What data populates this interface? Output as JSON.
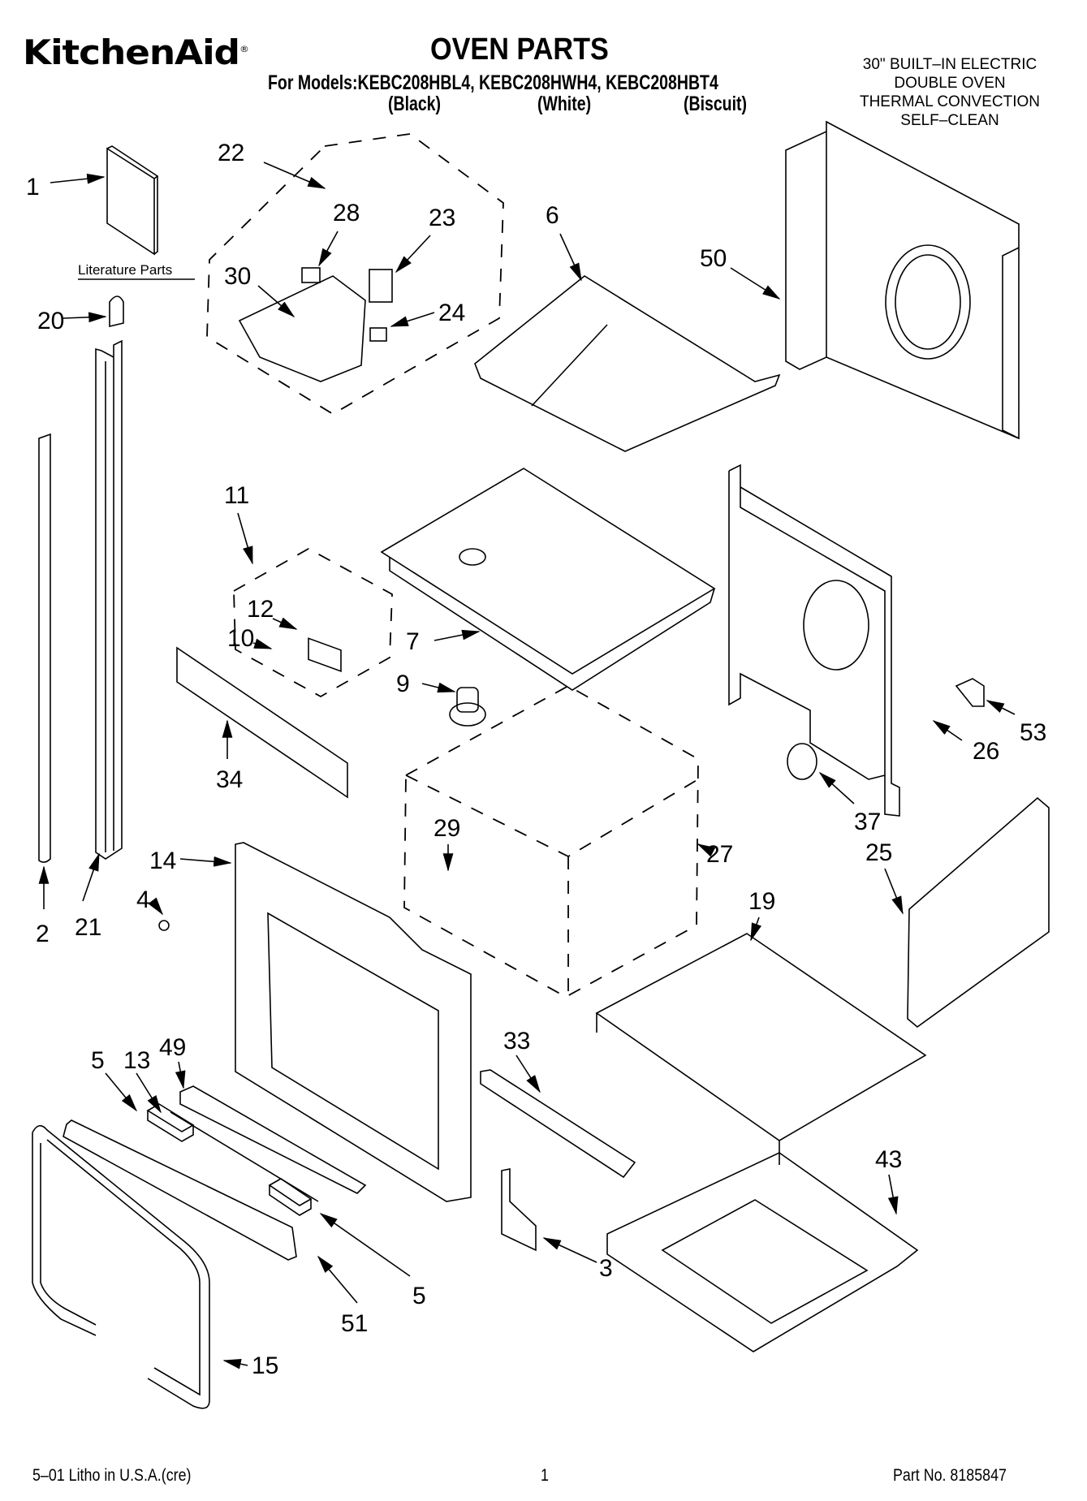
{
  "header": {
    "brand": "KitchenAid",
    "brand_mark": "®",
    "title": "OVEN PARTS",
    "models_line": "For Models:KEBC208HBL4, KEBC208HWH4, KEBC208HBT4",
    "colors": [
      "(Black)",
      "(White)",
      "(Biscuit)"
    ],
    "description": [
      "30\" BUILT–IN ELECTRIC",
      "DOUBLE OVEN",
      "THERMAL CONVECTION",
      "SELF–CLEAN"
    ]
  },
  "diagram": {
    "literature_label": "Literature Parts",
    "callouts": {
      "c1": "1",
      "c2": "2",
      "c3": "3",
      "c4": "4",
      "c5a": "5",
      "c5b": "5",
      "c6": "6",
      "c7": "7",
      "c9": "9",
      "c10": "10",
      "c11": "11",
      "c12": "12",
      "c13": "13",
      "c14": "14",
      "c15": "15",
      "c19": "19",
      "c20": "20",
      "c21": "21",
      "c22": "22",
      "c23": "23",
      "c24": "24",
      "c25": "25",
      "c26": "26",
      "c27": "27",
      "c28": "28",
      "c29": "29",
      "c30": "30",
      "c33": "33",
      "c34": "34",
      "c37": "37",
      "c43": "43",
      "c49": "49",
      "c50": "50",
      "c51": "51",
      "c53": "53"
    }
  },
  "footer": {
    "litho": "5–01 Litho in U.S.A.(cre)",
    "page": "1",
    "part_no": "Part No. 8185847"
  }
}
